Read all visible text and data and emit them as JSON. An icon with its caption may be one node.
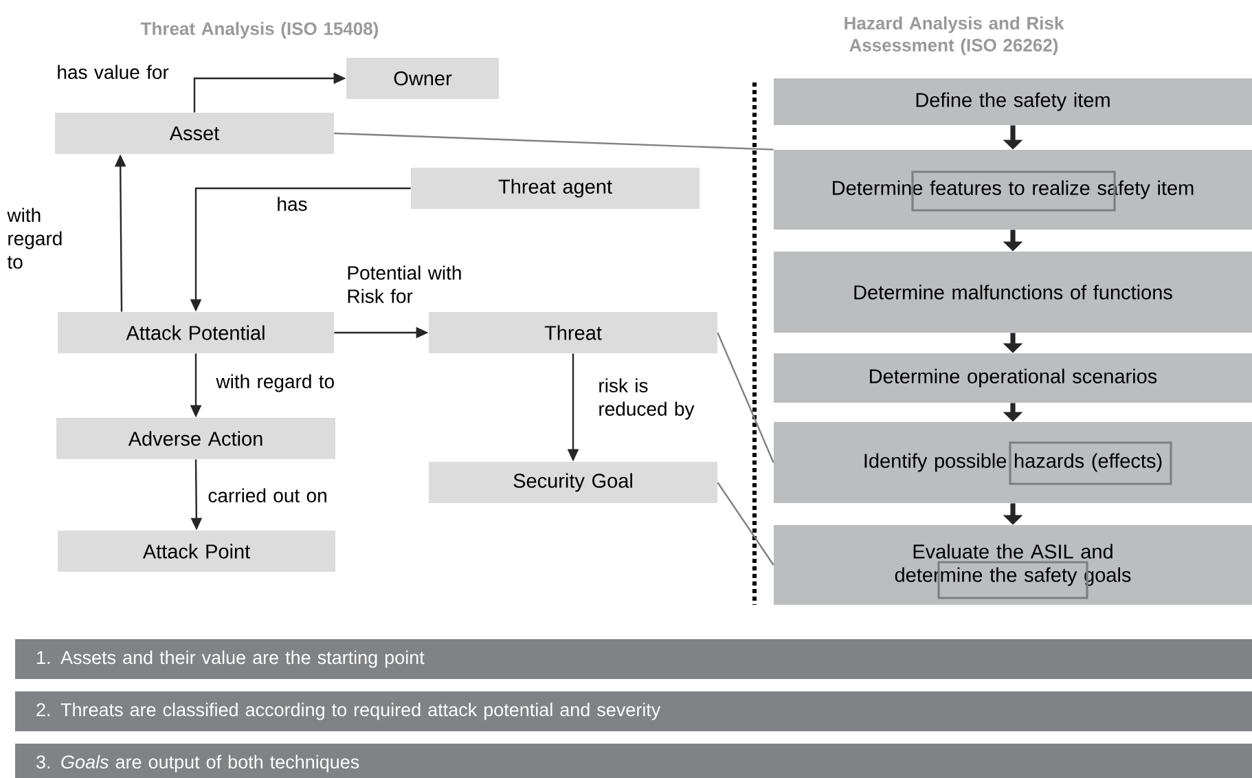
{
  "diagram": {
    "nodes": [
      {
        "text": [
          "Owner"
        ]
      },
      {
        "text": [
          "Asset"
        ]
      },
      {
        "text": [
          "Threat agent"
        ]
      },
      {
        "text": [
          "Attack Potential"
        ]
      },
      {
        "text": [
          "Threat"
        ]
      },
      {
        "text": [
          "Adverse Action"
        ]
      },
      {
        "text": [
          "Security Goal"
        ]
      },
      {
        "text": [
          "Attack Point"
        ]
      },
      {
        "text": [
          "Define the safety item"
        ]
      },
      {
        "text": [
          "Determine features to realize safety item"
        ]
      },
      {
        "text": [
          "Determine malfunctions of functions"
        ]
      },
      {
        "text": [
          "Determine operational scenarios"
        ]
      },
      {
        "text": [
          "Identify possible hazards (effects)"
        ]
      },
      {
        "text": [
          "Evaluate the ASIL and determine the safety goals"
        ]
      },
      {
        "text": [
          "1. Assets and their value are the starting point"
        ]
      },
      {
        "text": [
          "2. Threats are classified according to required attack potential and severity"
        ]
      },
      {
        "text": [
          "3. *Goals* are output of both techniques"
        ]
      }
    ],
    "edges": [
      {
        "from": 1,
        "to": 0,
        "arrow": "to",
        "label": "has value for"
      },
      {
        "from": 2,
        "to": 3,
        "arrow": "to",
        "label": "has"
      },
      {
        "from": 3,
        "to": 1,
        "arrow": "to",
        "label": "with regard to"
      },
      {
        "from": 3,
        "to": 4,
        "arrow": "to",
        "label": "Potential with Risk for"
      },
      {
        "from": 3,
        "to": 5,
        "arrow": "to",
        "label": "with regard to"
      },
      {
        "from": 5,
        "to": 7,
        "arrow": "to",
        "label": "carried out on"
      },
      {
        "from": 4,
        "to": 6,
        "arrow": "to",
        "label": "risk is reduced by"
      },
      {
        "from": 8,
        "to": 9,
        "arrow": "to",
        "style": "thick"
      },
      {
        "from": 9,
        "to": 10,
        "arrow": "to",
        "style": "thick"
      },
      {
        "from": 10,
        "to": 11,
        "arrow": "to",
        "style": "thick"
      },
      {
        "from": 11,
        "to": 12,
        "arrow": "to",
        "style": "thick"
      },
      {
        "from": 12,
        "to": 13,
        "arrow": "to",
        "style": "thick"
      },
      {
        "from": 1,
        "to": 9,
        "arrow": "none",
        "color": "#808080"
      },
      {
        "from": 4,
        "to": 12,
        "arrow": "none",
        "color": "#808080"
      },
      {
        "from": 6,
        "to": 13,
        "arrow": "none",
        "color": "#808080"
      }
    ],
    "labels": [
      "Threat Analysis (ISO 15408)",
      "Hazard Analysis and Risk Assessment (ISO 26262)"
    ]
  }
}
